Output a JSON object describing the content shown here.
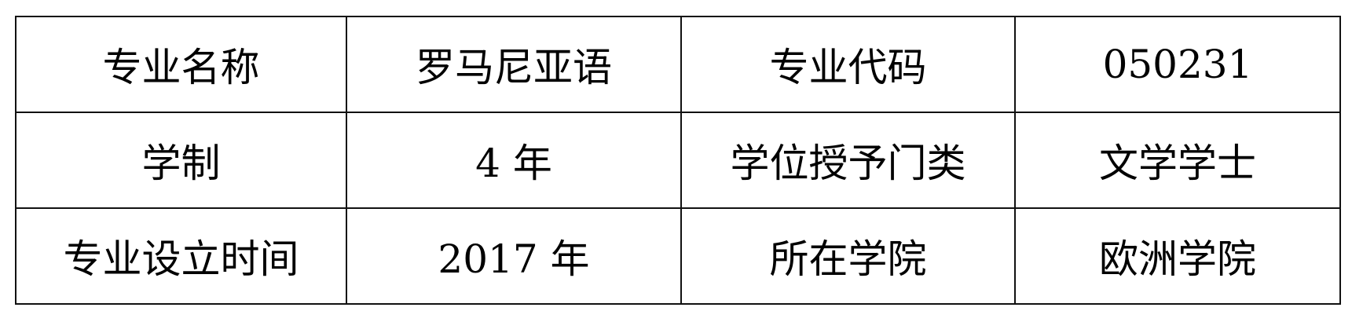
{
  "table": {
    "rows": [
      [
        {
          "label": "专业名称"
        },
        {
          "value": "罗马尼亚语"
        },
        {
          "label": "专业代码"
        },
        {
          "value": "050231"
        }
      ],
      [
        {
          "label": "学制"
        },
        {
          "value": "4 年"
        },
        {
          "label": "学位授予门类"
        },
        {
          "value": "文学学士"
        }
      ],
      [
        {
          "label": "专业设立时间"
        },
        {
          "value": "2017 年"
        },
        {
          "label": "所在学院"
        },
        {
          "value": "欧洲学院"
        }
      ]
    ]
  }
}
